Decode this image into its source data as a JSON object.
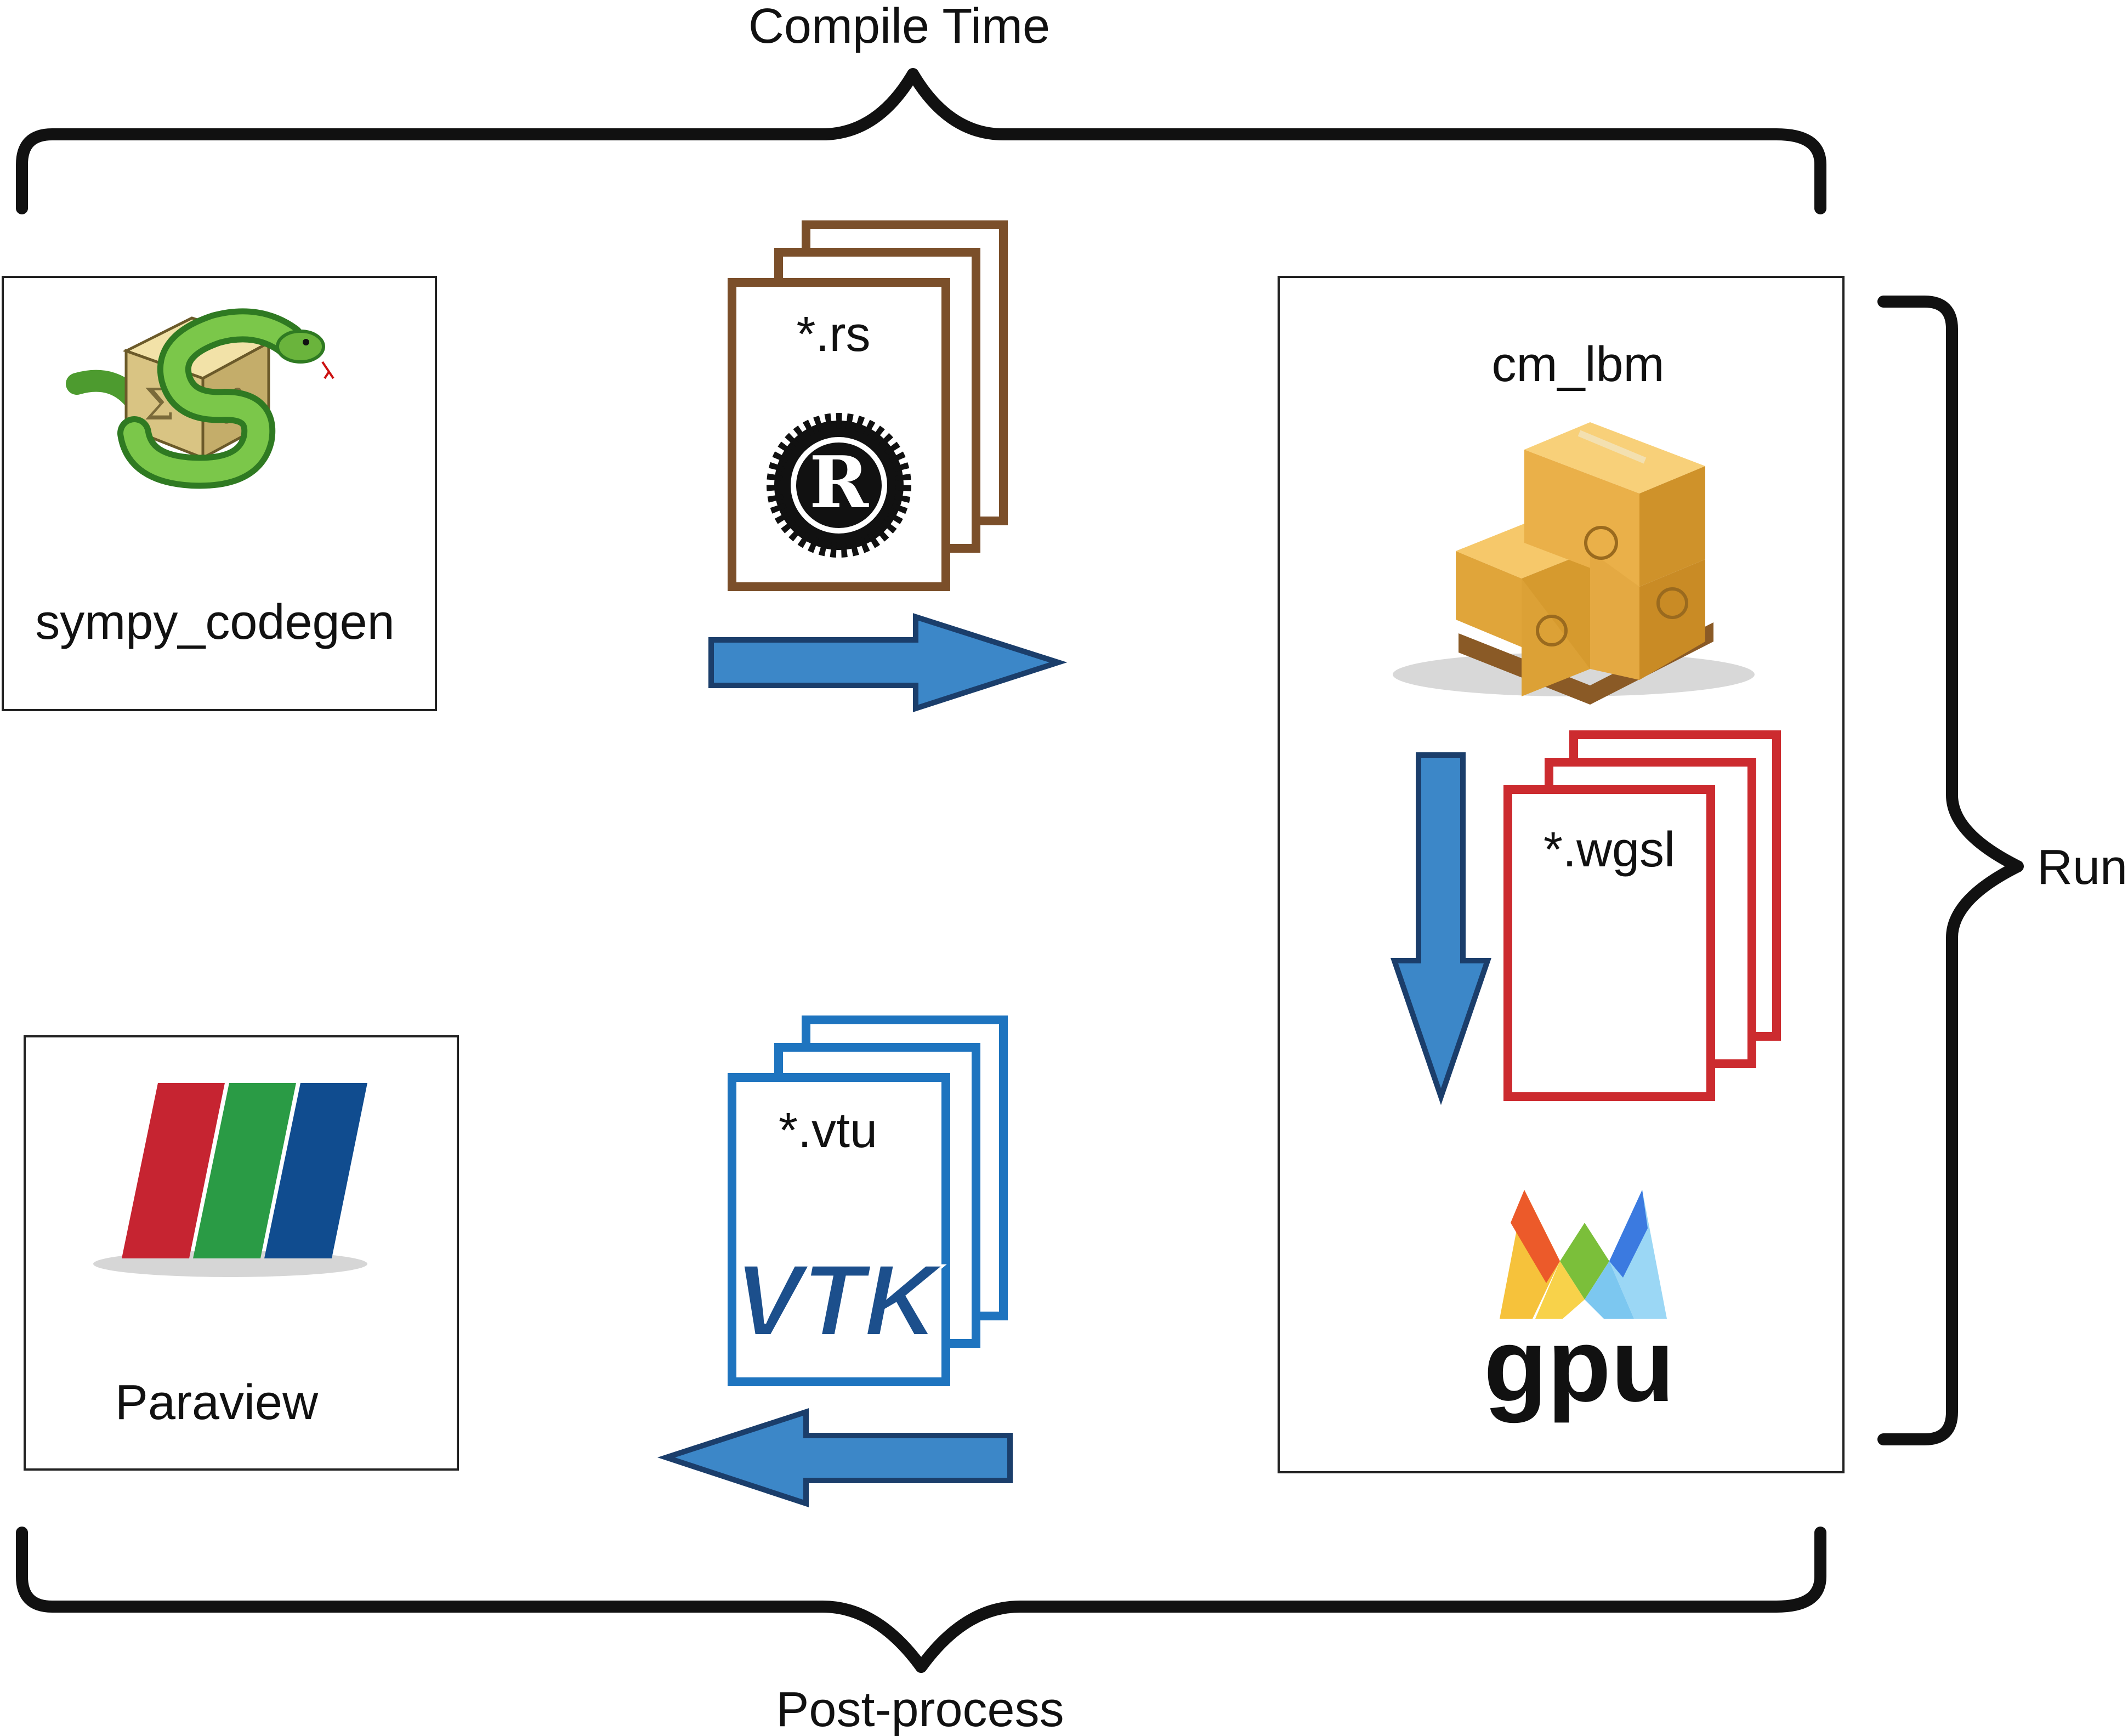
{
  "labels": {
    "compile_time": "Compile Time",
    "post_process": "Post-process",
    "run": "Run"
  },
  "boxes": {
    "sympy": {
      "label": "sympy_codegen",
      "icon": "sympy-snake-cube-icon"
    },
    "paraview": {
      "label": "Paraview",
      "icon": "paraview-logo-icon"
    },
    "cm_lbm": {
      "label": "cm_lbm",
      "icon": "crate-boxes-icon"
    }
  },
  "files": {
    "rs": {
      "label": "*.rs",
      "icon": "rust-logo-icon",
      "color": "#7b4f2a"
    },
    "vtu": {
      "label": "*.vtu",
      "icon": "vtk-logo-icon",
      "logo_text": "VTK",
      "color": "#1e74bf"
    },
    "wgsl": {
      "label": "*.wgsl",
      "color": "#cc2b2f"
    }
  },
  "gpu": {
    "text": "gpu",
    "icon": "wgpu-logo-icon"
  },
  "colors": {
    "arrow_fill": "#3c87c8",
    "arrow_stroke": "#1b3e6b",
    "brace": "#111111",
    "box_border": "#222222",
    "crate": "#e7a93c"
  }
}
